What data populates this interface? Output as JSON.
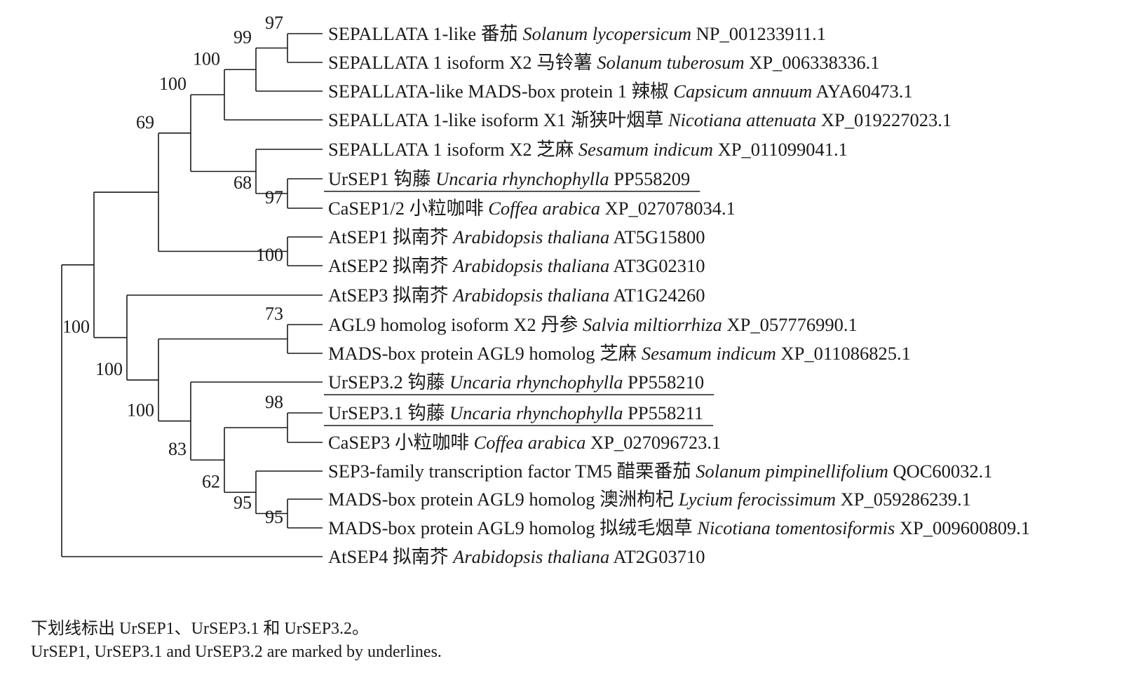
{
  "taxa": [
    {
      "protein": "SEPALLATA 1-like",
      "cn": "番茄",
      "species": "Solanum lycopersicum",
      "accession": "NP_001233911.1",
      "underlined": false
    },
    {
      "protein": "SEPALLATA 1 isoform X2",
      "cn": "马铃薯",
      "species": "Solanum tuberosum",
      "accession": "XP_006338336.1",
      "underlined": false
    },
    {
      "protein": "SEPALLATA-like MADS-box protein 1",
      "cn": "辣椒",
      "species": "Capsicum annuum",
      "accession": "AYA60473.1",
      "underlined": false
    },
    {
      "protein": "SEPALLATA 1-like isoform X1",
      "cn": "渐狭叶烟草",
      "species": "Nicotiana attenuata",
      "accession": "XP_019227023.1",
      "underlined": false
    },
    {
      "protein": "SEPALLATA 1 isoform X2",
      "cn": "芝麻",
      "species": "Sesamum indicum",
      "accession": "XP_011099041.1",
      "underlined": false
    },
    {
      "protein": "UrSEP1",
      "cn": "钩藤",
      "species": "Uncaria rhynchophylla",
      "accession": "PP558209",
      "underlined": true
    },
    {
      "protein": "CaSEP1/2",
      "cn": "小粒咖啡",
      "species": "Coffea arabica",
      "accession": "XP_027078034.1",
      "underlined": false
    },
    {
      "protein": "AtSEP1",
      "cn": "拟南芥",
      "species": "Arabidopsis thaliana",
      "accession": "AT5G15800",
      "underlined": false
    },
    {
      "protein": "AtSEP2",
      "cn": "拟南芥",
      "species": "Arabidopsis thaliana",
      "accession": "AT3G02310",
      "underlined": false
    },
    {
      "protein": "AtSEP3",
      "cn": "拟南芥",
      "species": "Arabidopsis thaliana",
      "accession": "AT1G24260",
      "underlined": false
    },
    {
      "protein": "AGL9 homolog isoform X2",
      "cn": "丹参",
      "species": "Salvia miltiorrhiza",
      "accession": "XP_057776990.1",
      "underlined": false
    },
    {
      "protein": "MADS-box protein AGL9 homolog",
      "cn": "芝麻",
      "species": "Sesamum indicum",
      "accession": "XP_011086825.1",
      "underlined": false
    },
    {
      "protein": "UrSEP3.2",
      "cn": "钩藤",
      "species": "Uncaria rhynchophylla",
      "accession": "PP558210",
      "underlined": true
    },
    {
      "protein": "UrSEP3.1",
      "cn": "钩藤",
      "species": "Uncaria rhynchophylla",
      "accession": "PP558211",
      "underlined": true
    },
    {
      "protein": "CaSEP3",
      "cn": "小粒咖啡",
      "species": "Coffea arabica",
      "accession": "XP_027096723.1",
      "underlined": false
    },
    {
      "protein": "SEP3-family transcription factor TM5",
      "cn": "醋栗番茄",
      "species": "Solanum pimpinellifolium",
      "accession": "QOC60032.1",
      "underlined": false
    },
    {
      "protein": "MADS-box protein AGL9 homolog",
      "cn": "澳洲枸杞",
      "species": "Lycium ferocissimum",
      "accession": "XP_059286239.1",
      "underlined": false
    },
    {
      "protein": "MADS-box protein AGL9 homolog",
      "cn": "拟绒毛烟草",
      "species": "Nicotiana tomentosiformis",
      "accession": "XP_009600809.1",
      "underlined": false
    },
    {
      "protein": "AtSEP4",
      "cn": "拟南芥",
      "species": "Arabidopsis thaliana",
      "accession": "AT2G03710",
      "underlined": false
    }
  ],
  "nodes": [
    {
      "id": "n01",
      "children": [
        0,
        1
      ],
      "bootstrap": "97"
    },
    {
      "id": "n012",
      "children": [
        "n01",
        2
      ],
      "bootstrap": "99"
    },
    {
      "id": "n0123",
      "children": [
        "n012",
        3
      ],
      "bootstrap": "100"
    },
    {
      "id": "n56",
      "children": [
        5,
        6
      ],
      "bootstrap": "97"
    },
    {
      "id": "n456",
      "children": [
        4,
        "n56"
      ],
      "bootstrap": "68"
    },
    {
      "id": "nSEP1",
      "children": [
        "n0123",
        "n456"
      ],
      "bootstrap": "100"
    },
    {
      "id": "n78",
      "children": [
        7,
        8
      ],
      "bootstrap": "100"
    },
    {
      "id": "nSEP12",
      "children": [
        "nSEP1",
        "n78"
      ],
      "bootstrap": "69"
    },
    {
      "id": "n1011",
      "children": [
        10,
        11
      ],
      "bootstrap": "73"
    },
    {
      "id": "n1314",
      "children": [
        13,
        14
      ],
      "bootstrap": "98"
    },
    {
      "id": "n1617",
      "children": [
        16,
        17
      ],
      "bootstrap": "95"
    },
    {
      "id": "n151617",
      "children": [
        15,
        "n1617"
      ],
      "bootstrap": "95"
    },
    {
      "id": "n13to17",
      "children": [
        "n1314",
        "n151617"
      ],
      "bootstrap": "62"
    },
    {
      "id": "n12to17",
      "children": [
        12,
        "n13to17"
      ],
      "bootstrap": "83"
    },
    {
      "id": "n10to17",
      "children": [
        "n1011",
        "n12to17"
      ],
      "bootstrap": "100"
    },
    {
      "id": "nSEP3",
      "children": [
        9,
        "n10to17"
      ],
      "bootstrap": "100"
    },
    {
      "id": "nIngroup",
      "children": [
        "nSEP12",
        "nSEP3"
      ],
      "bootstrap": "100"
    },
    {
      "id": "root",
      "children": [
        "nIngroup",
        18
      ],
      "bootstrap": ""
    }
  ],
  "caption": {
    "cn": "下划线标出 UrSEP1、UrSEP3.1 和 UrSEP3.2。",
    "en": "UrSEP1, UrSEP3.1 and UrSEP3.2 are marked by underlines."
  }
}
